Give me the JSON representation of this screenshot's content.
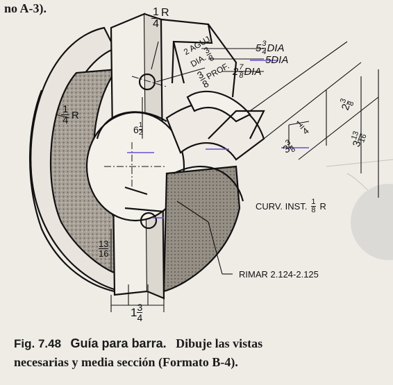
{
  "header": {
    "ref_text": "no A-3)."
  },
  "figure": {
    "fraction_1_4_R_top": {
      "num": "1",
      "den": "4",
      "suffix": "R"
    },
    "fraction_1_4_R_left": {
      "num": "1",
      "den": "4",
      "suffix": "R"
    },
    "agujeros_line1": "2 AGUJ.",
    "agujeros_line2": "DIA.",
    "agujeros_frac": {
      "num": "3",
      "den": "8"
    },
    "prof_frac": {
      "num": "3",
      "den": "8"
    },
    "prof_text": "PROF.",
    "dia_5_3_4": {
      "whole": "5",
      "num": "3",
      "den": "4",
      "suffix": "DIA"
    },
    "dia_5": "5DIA",
    "dia_2_7_8": {
      "whole": "2",
      "num": "7",
      "den": "8",
      "suffix": "DIA"
    },
    "dim_6_1_2": {
      "whole": "6",
      "num": "1",
      "den": "2"
    },
    "dim_1_4": {
      "num": "1",
      "den": "4"
    },
    "dim_3_3_8": {
      "whole": "3",
      "num": "3",
      "den": "8"
    },
    "dim_2_3_8": {
      "whole": "2",
      "num": "3",
      "den": "8"
    },
    "dim_3_13_16": {
      "whole": "3",
      "num": "13",
      "den": "16"
    },
    "dim_13_16": {
      "num": "13",
      "den": "16"
    },
    "dim_1_3_4": {
      "whole": "1",
      "num": "3",
      "den": "4"
    },
    "curv_label": "CURV. INST.",
    "curv_frac": {
      "num": "1",
      "den": "8"
    },
    "curv_suffix": "R",
    "rimar_label": "RIMAR 2.124-2.125"
  },
  "caption": {
    "fig_number": "Fig. 7.48",
    "title": "Guía para barra.",
    "line1_rest": "Dibuje las vistas",
    "line2": "necesarias y media sección (Formato B-4)."
  },
  "colors": {
    "paper": "#efece6",
    "ink": "#111111",
    "shade": "#8a857c",
    "accent_purple": "#6a4fd0"
  }
}
